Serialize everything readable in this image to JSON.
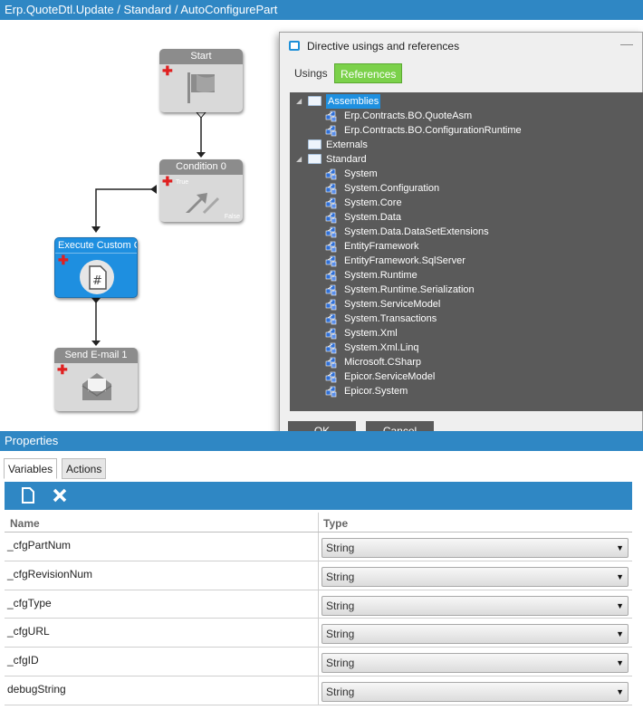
{
  "app": {
    "title": "Erp.QuoteDtl.Update / Standard / AutoConfigurePart"
  },
  "workflow": {
    "nodes": {
      "start": {
        "label": "Start"
      },
      "condition": {
        "label": "Condition 0",
        "true_label": "True",
        "false_label": "False"
      },
      "execute": {
        "label": "Execute Custom Co"
      },
      "email": {
        "label": "Send E-mail 1"
      }
    }
  },
  "dialog": {
    "title": "Directive usings and references",
    "tabs": {
      "usings": "Usings",
      "references": "References"
    },
    "tree": {
      "assemblies": {
        "label": "Assemblies",
        "items": [
          "Erp.Contracts.BO.QuoteAsm",
          "Erp.Contracts.BO.ConfigurationRuntime"
        ]
      },
      "externals": {
        "label": "Externals"
      },
      "standard": {
        "label": "Standard",
        "items": [
          "System",
          "System.Configuration",
          "System.Core",
          "System.Data",
          "System.Data.DataSetExtensions",
          "EntityFramework",
          "EntityFramework.SqlServer",
          "System.Runtime",
          "System.Runtime.Serialization",
          "System.ServiceModel",
          "System.Transactions",
          "System.Xml",
          "System.Xml.Linq",
          "Microsoft.CSharp",
          "Epicor.ServiceModel",
          "Epicor.System"
        ]
      }
    },
    "ok_label": "OK",
    "cancel_label": "Cancel"
  },
  "properties": {
    "title": "Properties",
    "tabs": {
      "variables": "Variables",
      "actions": "Actions"
    },
    "columns": {
      "name": "Name",
      "type": "Type"
    },
    "rows": [
      {
        "name": "_cfgPartNum",
        "type": "String"
      },
      {
        "name": "_cfgRevisionNum",
        "type": "String"
      },
      {
        "name": "_cfgType",
        "type": "String"
      },
      {
        "name": "_cfgURL",
        "type": "String"
      },
      {
        "name": "_cfgID",
        "type": "String"
      },
      {
        "name": "debugString",
        "type": "String"
      }
    ]
  },
  "colors": {
    "accent": "#2f87c4",
    "selected_node": "#1e8fe0",
    "active_tab": "#7bd14a",
    "tree_bg": "#5a5a5a",
    "add_icon": "#e02020"
  }
}
